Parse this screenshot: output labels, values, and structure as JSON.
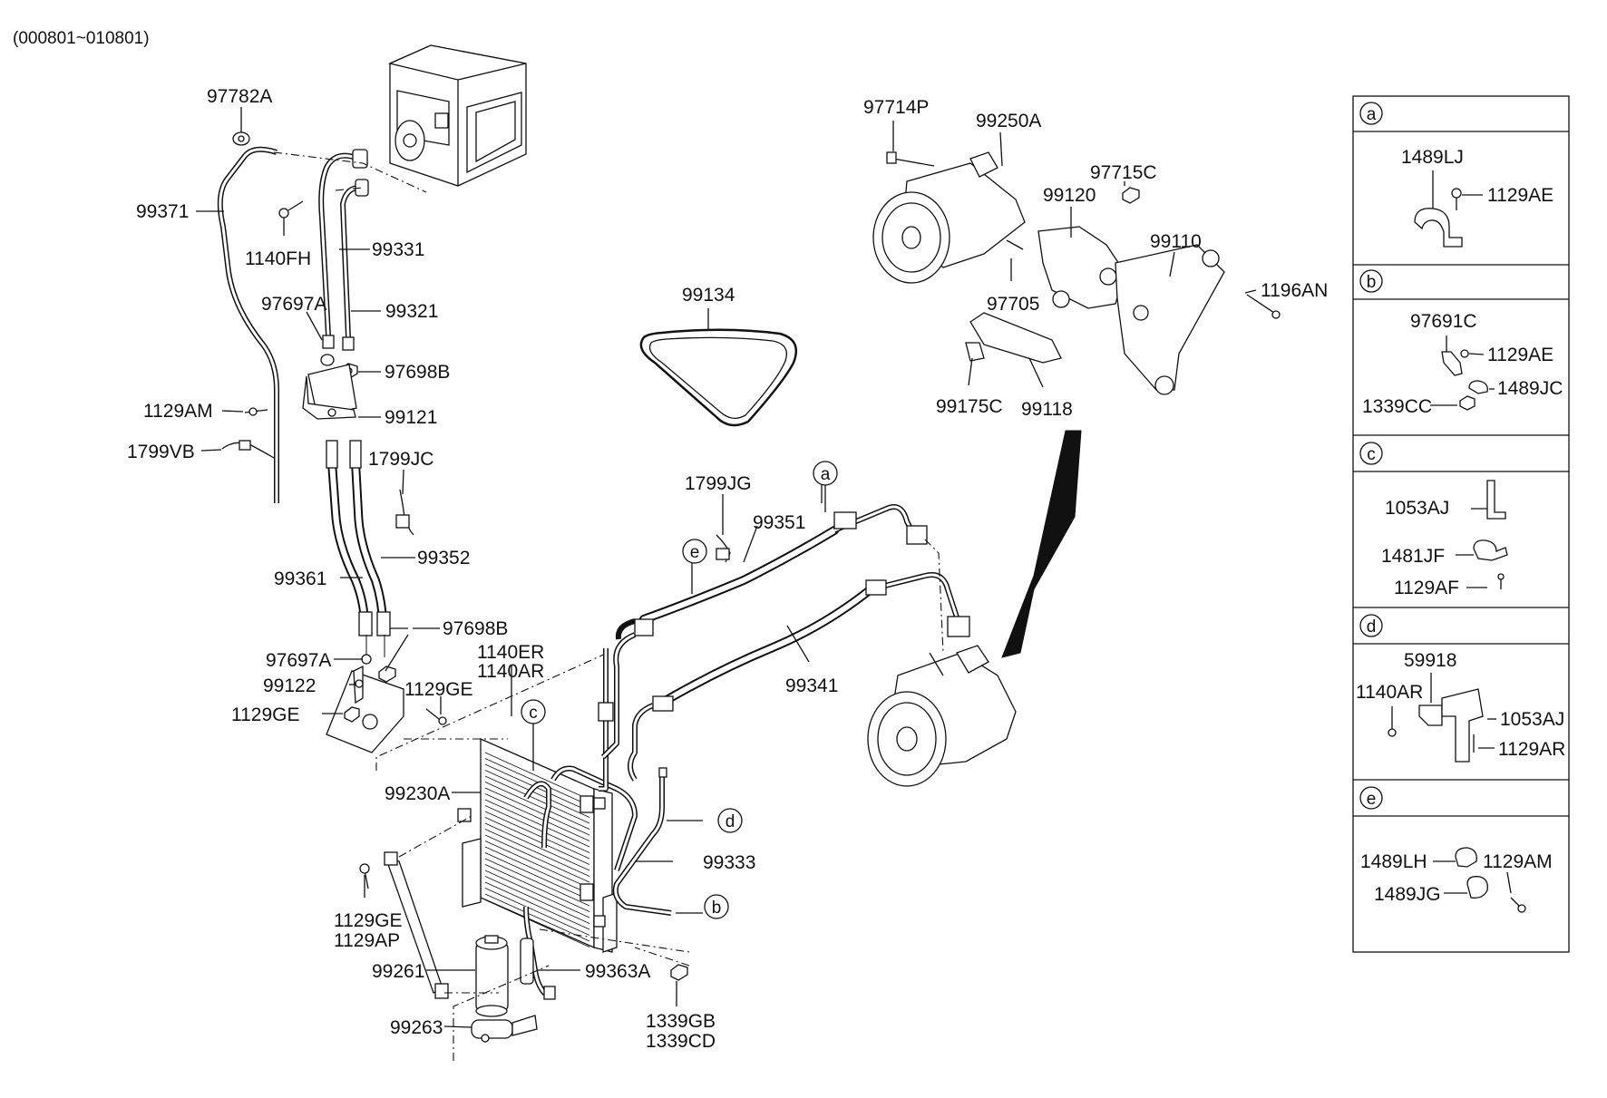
{
  "header": {
    "date_range": "(000801~010801)"
  },
  "labels": {
    "p97782A": "97782A",
    "p99371": "99371",
    "p1140FH": "1140FH",
    "p99331": "99331",
    "p97697A_top": "97697A",
    "p99321": "99321",
    "p97698B_top": "97698B",
    "p1129AM": "1129AM",
    "p99121": "99121",
    "p1799VB": "1799VB",
    "p1799JC": "1799JC",
    "p99361": "99361",
    "p99352": "99352",
    "p97698B_mid": "97698B",
    "p97697A_mid": "97697A",
    "p1140ER": "1140ER",
    "p1140AR": "1140AR",
    "p99122": "99122",
    "p1129GE_a": "1129GE",
    "p1129GE_b": "1129GE",
    "p99230A": "99230A",
    "p1129GE_c": "1129GE",
    "p1129AP": "1129AP",
    "p99261": "99261",
    "p99363A": "99363A",
    "p99263": "99263",
    "p1339GB": "1339GB",
    "p1339CD": "1339CD",
    "p99333": "99333",
    "p99134": "99134",
    "p1799JG": "1799JG",
    "p99351": "99351",
    "p99341": "99341",
    "p97714P": "97714P",
    "p99250A": "99250A",
    "p97715C": "97715C",
    "p99120": "99120",
    "p99110": "99110",
    "p97705": "97705",
    "p1196AN": "1196AN",
    "p99175C": "99175C",
    "p99118": "99118"
  },
  "callouts": {
    "a": "a",
    "b": "b",
    "c": "c",
    "d": "d",
    "e": "e"
  },
  "detail_panels": {
    "a": {
      "letter": "a",
      "parts": [
        "1489LJ",
        "1129AE"
      ]
    },
    "b": {
      "letter": "b",
      "parts": [
        "97691C",
        "1129AE",
        "1489JC",
        "1339CC"
      ]
    },
    "c": {
      "letter": "c",
      "parts": [
        "1053AJ",
        "1481JF",
        "1129AF"
      ]
    },
    "d": {
      "letter": "d",
      "parts": [
        "59918",
        "1140AR",
        "1053AJ",
        "1129AR"
      ]
    },
    "e": {
      "letter": "e",
      "parts": [
        "1489LH",
        "1129AM",
        "1489JG"
      ]
    }
  }
}
